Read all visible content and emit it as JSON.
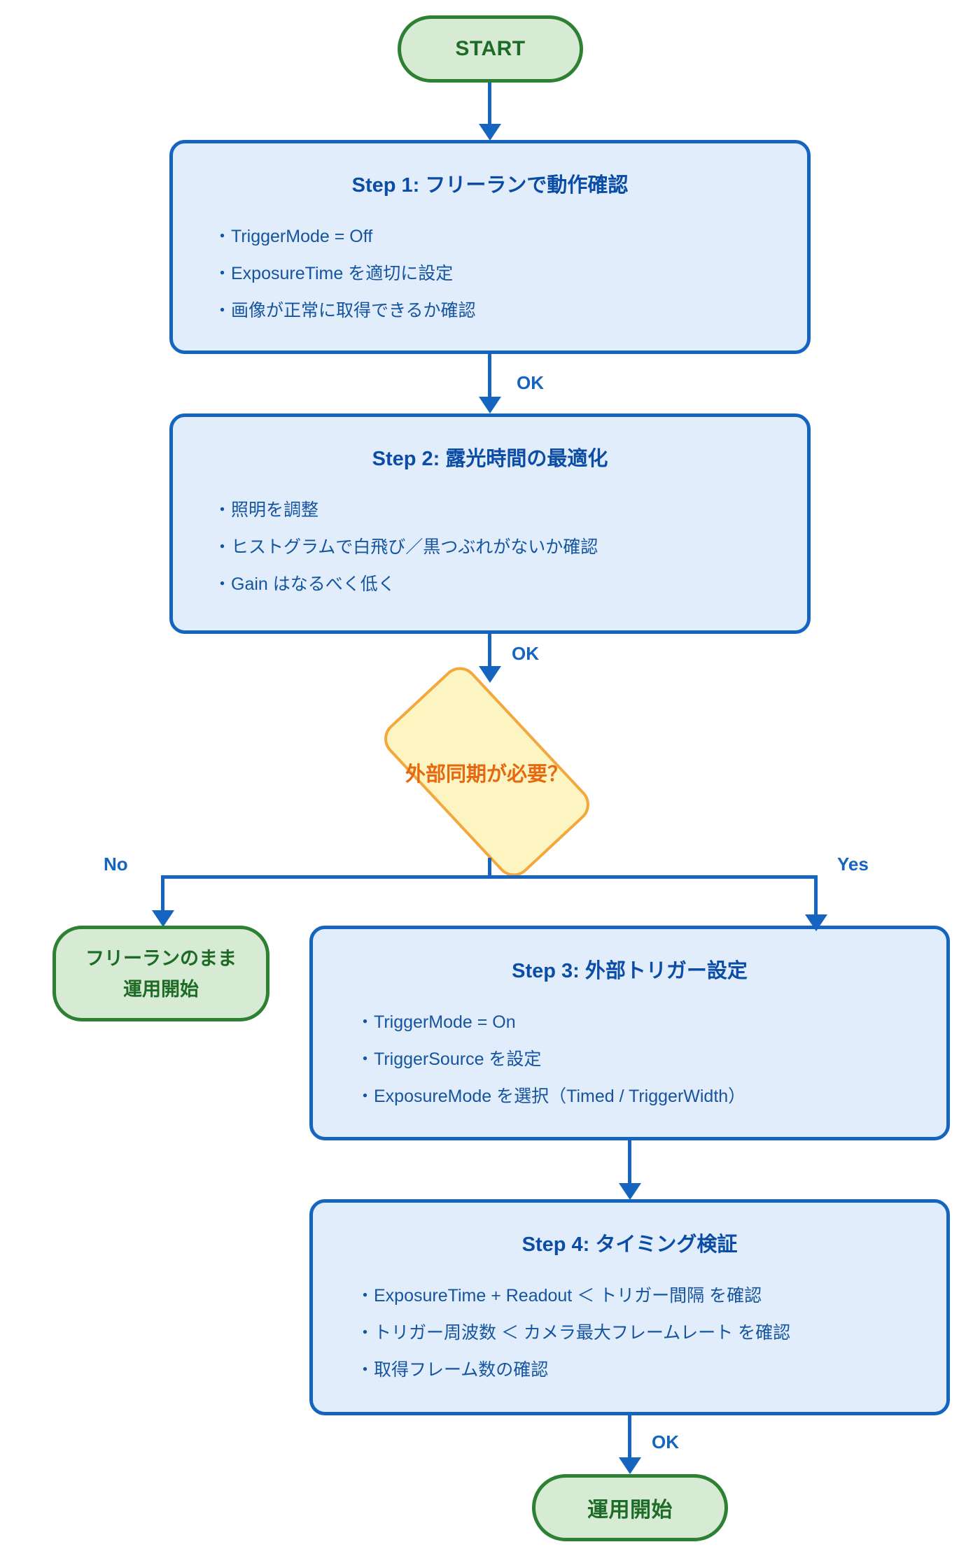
{
  "palette": {
    "edge_blue": "#1565c0",
    "box_fill_blue": "#e1edfb",
    "box_border_blue": "#1565c0",
    "box_title_blue": "#0b4da6",
    "box_text_blue": "#15549f",
    "node_fill_green": "#d7ead3",
    "node_border_green": "#2e8033",
    "node_text_green": "#1c6b26",
    "decision_fill_yellow": "#fcf5c2",
    "decision_border_orange": "#f3a73c",
    "decision_text_orange": "#e7680e"
  },
  "nodes": {
    "start": "START",
    "decision": "外部同期が必要？",
    "freerun": {
      "line1": "フリーランのまま",
      "line2": "運用開始"
    },
    "end": "運用開始"
  },
  "steps": [
    {
      "title": "Step 1: フリーランで動作確認",
      "items": [
        "・TriggerMode = Off",
        "・ExposureTime を適切に設定",
        "・画像が正常に取得できるか確認"
      ]
    },
    {
      "title": "Step 2: 露光時間の最適化",
      "items": [
        "・照明を調整",
        "・ヒストグラムで白飛び／黒つぶれがないか確認",
        "・Gain はなるべく低く"
      ]
    },
    {
      "title": "Step 3: 外部トリガー設定",
      "items": [
        "・TriggerMode = On",
        "・TriggerSource を設定",
        "・ExposureMode を選択（Timed / TriggerWidth）"
      ]
    },
    {
      "title": "Step 4: タイミング検証",
      "items": [
        "・ExposureTime + Readout ＜ トリガー間隔 を確認",
        "・トリガー周波数 ＜ カメラ最大フレームレート を確認",
        "・取得フレーム数の確認"
      ]
    }
  ],
  "edges": {
    "ok1": "OK",
    "ok2": "OK",
    "ok3": "OK",
    "no": "No",
    "yes": "Yes"
  }
}
